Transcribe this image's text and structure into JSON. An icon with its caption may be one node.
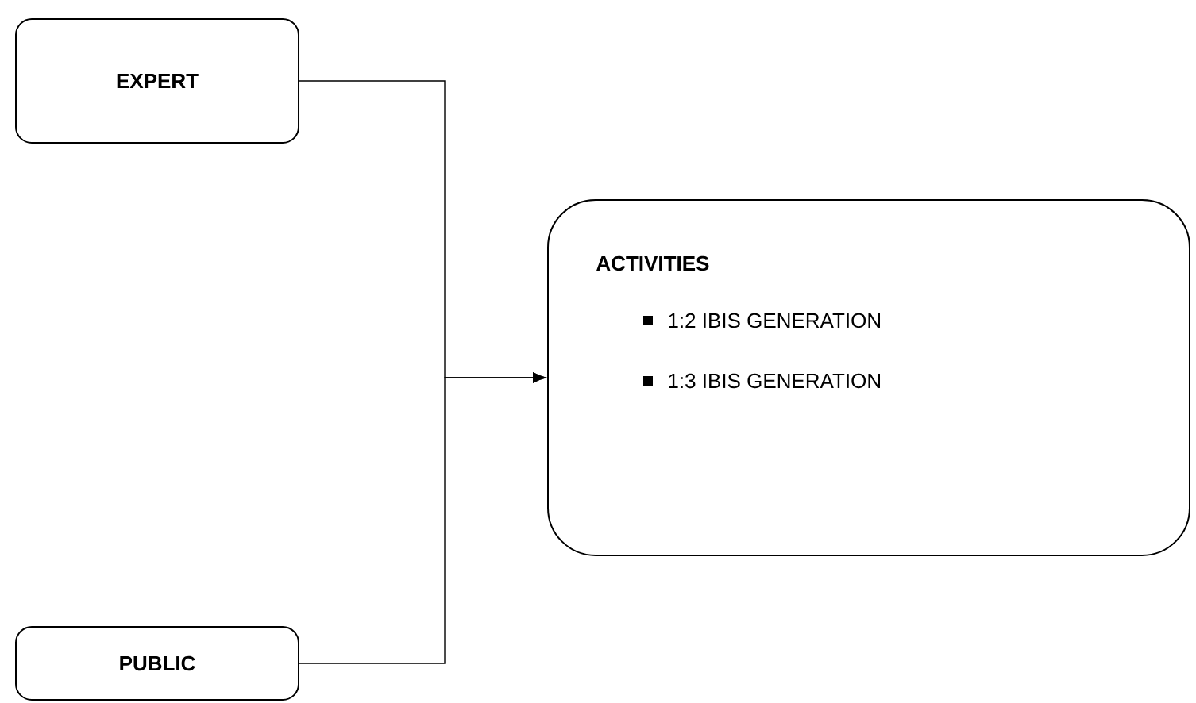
{
  "diagram": {
    "nodes": [
      {
        "text": [
          "EXPERT"
        ]
      },
      {
        "text": [
          "PUBLIC"
        ]
      },
      {
        "text": [
          "ACTIVITIES",
          "1:2 IBIS GENERATION",
          "1:3 IBIS GENERATION"
        ]
      }
    ],
    "edges": [
      {
        "from": 0,
        "to": 2,
        "arrow": "to"
      },
      {
        "from": 1,
        "to": 2,
        "arrow": "to"
      }
    ]
  }
}
